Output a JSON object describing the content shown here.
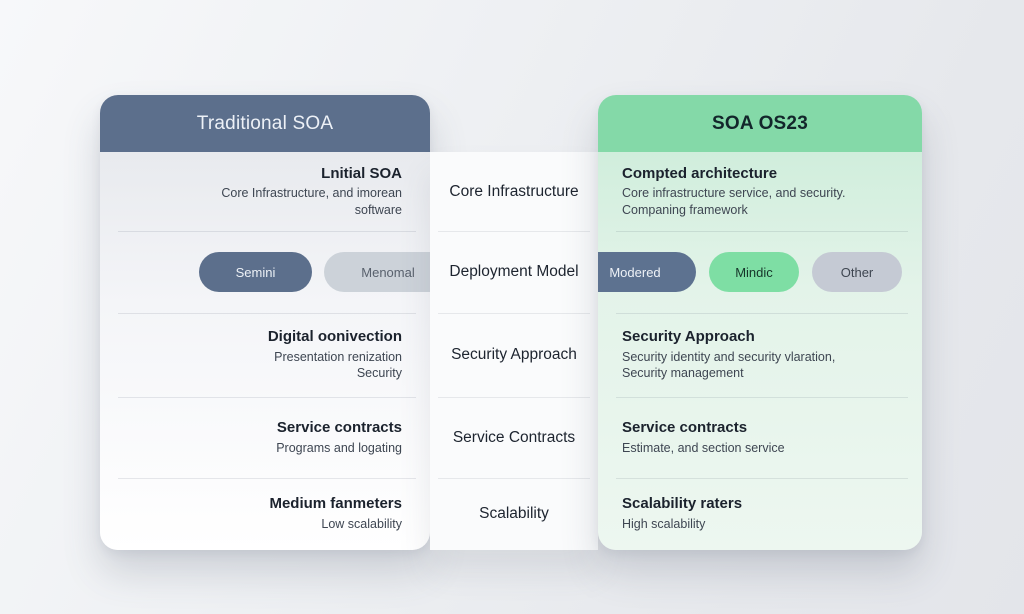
{
  "columns": {
    "left": {
      "header": "Traditional SOA"
    },
    "right": {
      "header": "SOA OS23"
    }
  },
  "colors": {
    "slate_header": "#5c6f8c",
    "mint_header": "#84d9a8",
    "pill_slate": "#5c6f8c",
    "pill_gray_light": "#ccd2d9",
    "pill_slate2": "#5d7290",
    "pill_green": "#7edea4",
    "pill_gray": "#c5cad4"
  },
  "rows": [
    {
      "label": "Core Infrastructure",
      "left": {
        "title": "Lnitial SOA",
        "sub1": "Core Infrastructure, and imorean",
        "sub2": "software"
      },
      "right": {
        "title": "Compted architecture",
        "sub1": "Core infrastructure service, and security.",
        "sub2": "Companing framework"
      }
    },
    {
      "label": "Deployment Model",
      "left_pills": [
        {
          "label": "Semini",
          "style": "background:#5c6f8c;color:#edf1f6;"
        },
        {
          "label": "Menomal",
          "style": "background:#ccd2d9;color:#59616d;"
        }
      ],
      "right_pills": [
        {
          "label": "Modered",
          "style": "background:#5d7290;color:#eef2f7;"
        },
        {
          "label": "Mindic",
          "style": "background:#7edea4;color:#17352a;"
        },
        {
          "label": "Other",
          "style": "background:#c5cad4;color:#3f4651;"
        }
      ]
    },
    {
      "label": "Security Approach",
      "left": {
        "title": "Digital oonivection",
        "sub1": "Presentation renization",
        "sub2": "Security"
      },
      "right": {
        "title": "Security Approach",
        "sub1": "Security identity and security vlaration,",
        "sub2": "Security management"
      }
    },
    {
      "label": "Service Contracts",
      "left": {
        "title": "Service contracts",
        "sub1": "Programs and logating"
      },
      "right": {
        "title": "Service contracts",
        "sub1": "Estimate, and section service"
      }
    },
    {
      "label": "Scalability",
      "left": {
        "title": "Medium fanmeters",
        "sub1": "Low scalability"
      },
      "right": {
        "title": "Scalability raters",
        "sub1": "High scalability"
      }
    }
  ]
}
